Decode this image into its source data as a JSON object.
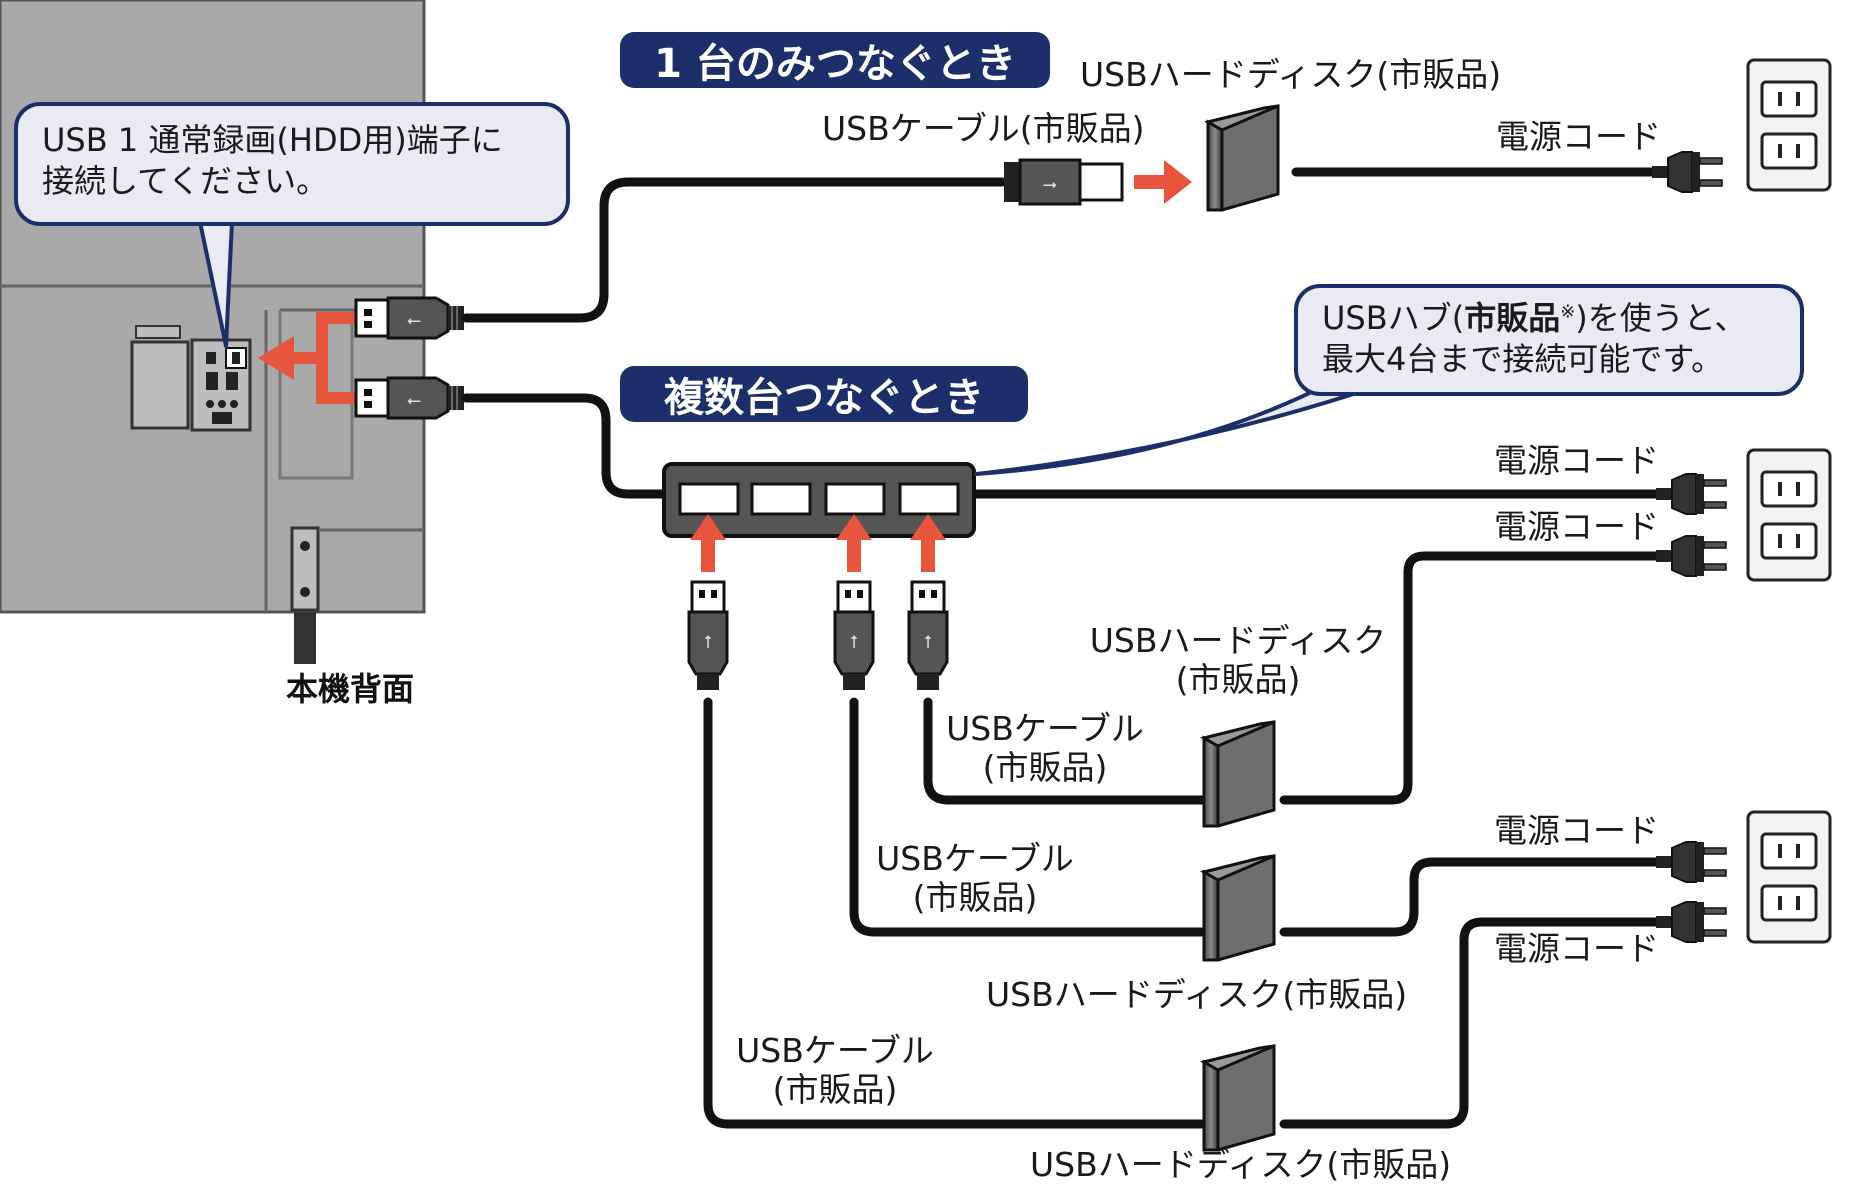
{
  "rear_label": "本機背面",
  "port_callout": {
    "line1": "USB 1 通常録画(HDD用)端子に",
    "line2": "接続してください。"
  },
  "single": {
    "title": "1 台のみつなぐとき",
    "hdd_label": "USBハードディスク(市販品)",
    "cable_label": "USBケーブル(市販品)",
    "power_label": "電源コード"
  },
  "multi": {
    "title": "複数台つなぐとき",
    "hub_callout": {
      "line1a": "USBハブ(",
      "line1b": "市販品",
      "line1c": "※",
      "line1d": ")を使うと、",
      "line2": "最大4台まで接続可能です。"
    },
    "hub_power_label": "電源コード",
    "hdd1": {
      "power_label": "電源コード",
      "hdd_line1": "USBハードディスク",
      "hdd_line2": "(市販品)",
      "cable_line1": "USBケーブル",
      "cable_line2": "(市販品)"
    },
    "hdd2": {
      "power_label": "電源コード",
      "cable_line1": "USBケーブル",
      "cable_line2": "(市販品)",
      "hdd_label": "USBハードディスク(市販品)"
    },
    "hdd3": {
      "power_label": "電源コード",
      "cable_line1": "USBケーブル",
      "cable_line2": "(市販品)",
      "hdd_label": "USBハードディスク(市販品)"
    }
  },
  "colors": {
    "accent_navy": "#1d2f6a",
    "arrow_red": "#e8553d",
    "cable": "#111111",
    "tv_gray": "#a9a9a9",
    "callout_bg": "#e9eaf3"
  }
}
